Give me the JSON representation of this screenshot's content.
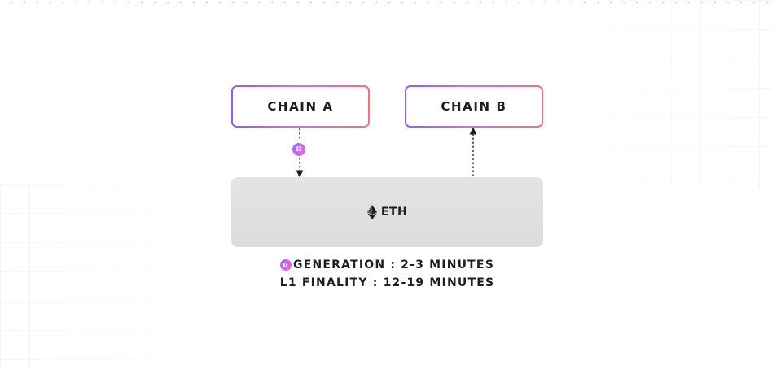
{
  "diagram": {
    "chain_a": {
      "label": "CHAIN A"
    },
    "chain_b": {
      "label": "CHAIN B"
    },
    "proof_badge": {
      "symbol": "π",
      "icon": "proof-pi-icon"
    },
    "eth": {
      "label": "ETH",
      "icon": "ethereum-icon"
    },
    "legend": {
      "generation_label": "GENERATION : 2-3 MINUTES",
      "finality_label": "L1 FINALITY : 12-19 MINUTES"
    },
    "colors": {
      "gradient_start": "#8a5cff",
      "gradient_mid": "#c86bff",
      "gradient_end": "#ff6b7d",
      "eth_box": "#e0e0e0",
      "text": "#1e1e22"
    }
  }
}
